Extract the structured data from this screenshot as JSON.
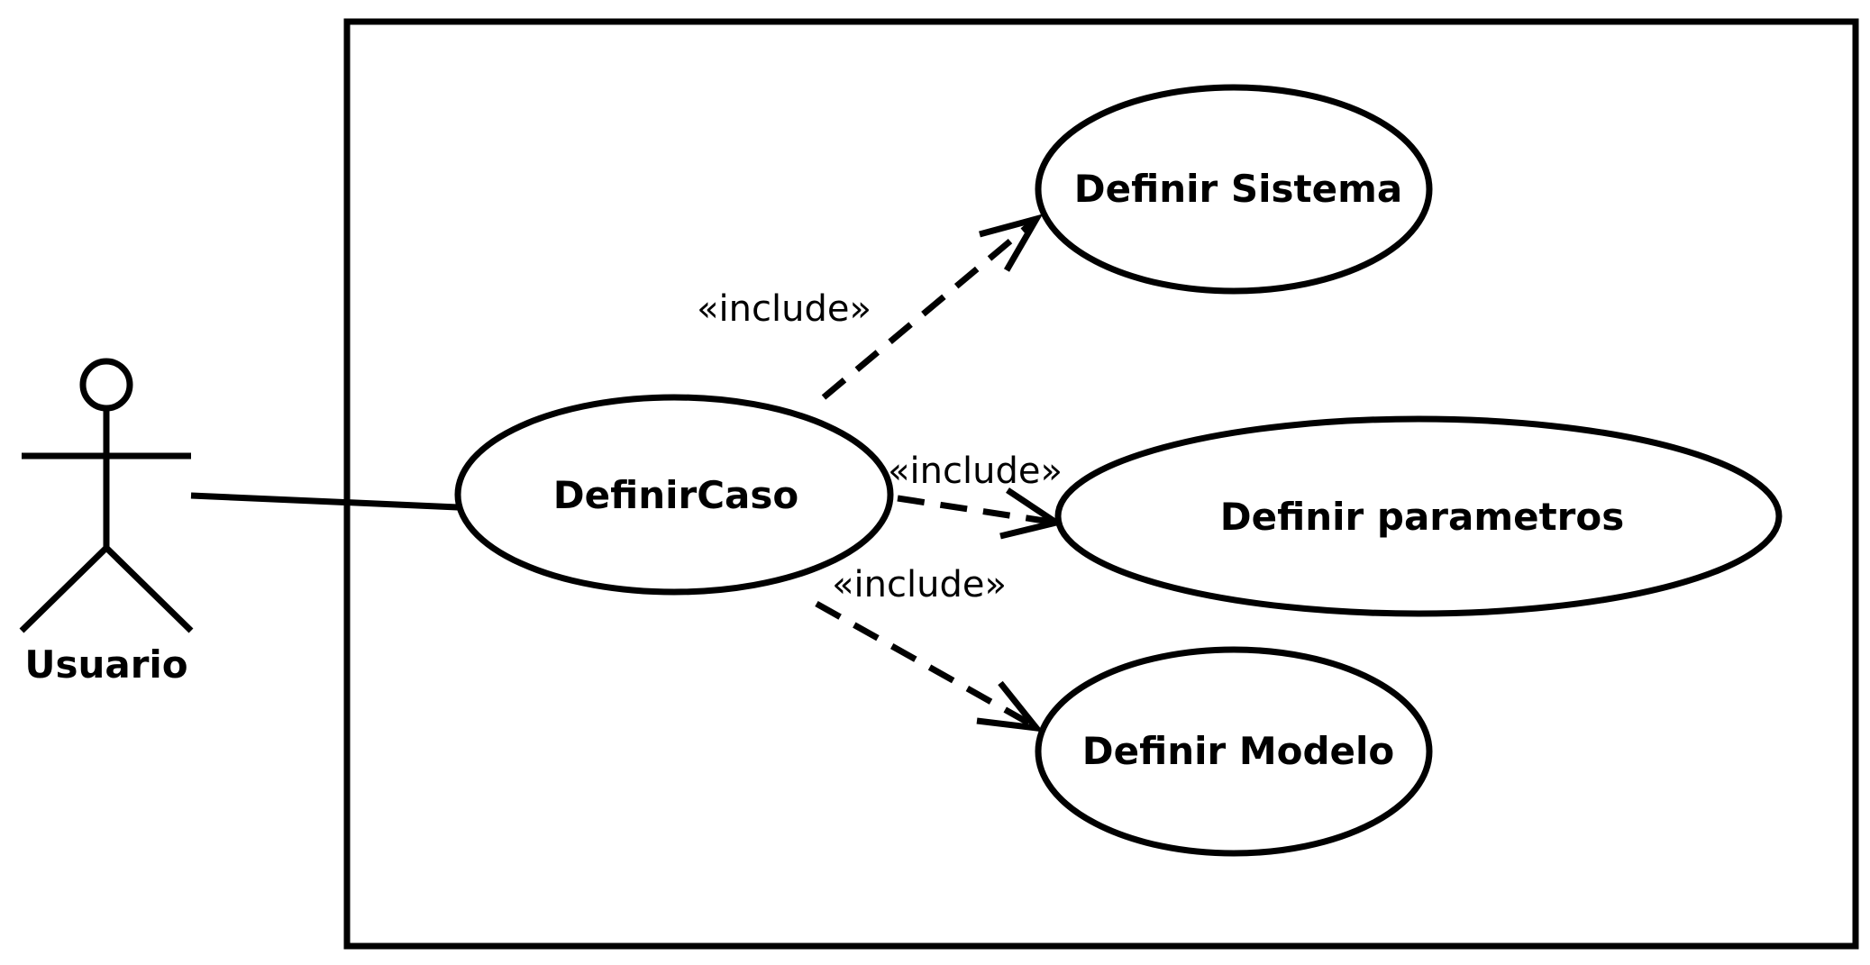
{
  "colors": {
    "stroke": "#000000",
    "background": "#ffffff"
  },
  "actor": {
    "label": "Usuario"
  },
  "use_cases": {
    "main": "DefinirCaso",
    "sistema": "Definir Sistema",
    "parametros": "Definir parametros",
    "modelo": "Definir Modelo"
  },
  "relations": {
    "include_sistema": "«include»",
    "include_parametros": "«include»",
    "include_modelo": "«include»"
  }
}
